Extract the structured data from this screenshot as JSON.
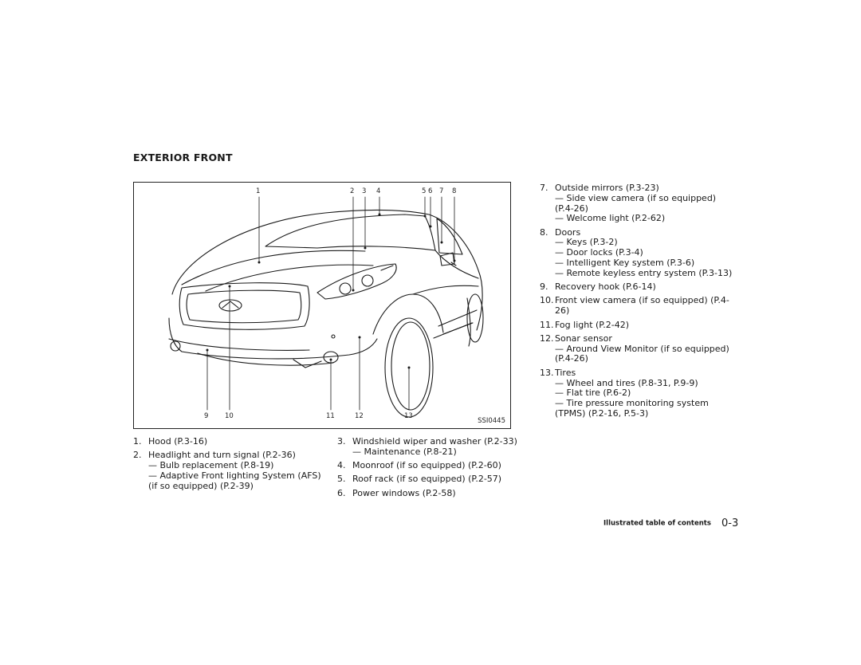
{
  "section_title": "EXTERIOR FRONT",
  "figure": {
    "code": "SSI0445",
    "top_numbers": [
      "1",
      "2",
      "3",
      "4",
      "5",
      "6",
      "7",
      "8"
    ],
    "bottom_numbers": [
      "9",
      "10",
      "11",
      "12",
      "13"
    ]
  },
  "left_items": [
    {
      "num": "1.",
      "lines": [
        "Hood (P.3-16)"
      ]
    },
    {
      "num": "2.",
      "lines": [
        "Headlight and turn signal (P.2-36)",
        "— Bulb replacement (P.8-19)",
        "— Adaptive Front lighting System (AFS)",
        "(if so equipped) (P.2-39)"
      ]
    }
  ],
  "middle_items": [
    {
      "num": "3.",
      "lines": [
        "Windshield wiper and washer (P.2-33)",
        "— Maintenance (P.8-21)"
      ]
    },
    {
      "num": "4.",
      "lines": [
        "Moonroof (if so equipped) (P.2-60)"
      ]
    },
    {
      "num": "5.",
      "lines": [
        "Roof rack (if so equipped) (P.2-57)"
      ]
    },
    {
      "num": "6.",
      "lines": [
        "Power windows (P.2-58)"
      ]
    }
  ],
  "right_items": [
    {
      "num": "7.",
      "lines": [
        "Outside mirrors (P.3-23)",
        "— Side view camera (if so equipped)",
        "(P.4-26)",
        "— Welcome light (P.2-62)"
      ]
    },
    {
      "num": "8.",
      "lines": [
        "Doors",
        "— Keys (P.3-2)",
        "— Door locks (P.3-4)",
        "— Intelligent Key system (P.3-6)",
        "— Remote keyless entry system (P.3-13)"
      ]
    },
    {
      "num": "9.",
      "lines": [
        "Recovery hook (P.6-14)"
      ]
    },
    {
      "num": "10.",
      "lines": [
        "Front view camera (if so equipped) (P.4-",
        "26)"
      ]
    },
    {
      "num": "11.",
      "lines": [
        "Fog light (P.2-42)"
      ]
    },
    {
      "num": "12.",
      "lines": [
        "Sonar sensor",
        "— Around View Monitor (if so equipped)",
        "(P.4-26)"
      ]
    },
    {
      "num": "13.",
      "lines": [
        "Tires",
        "— Wheel and tires (P.8-31, P.9-9)",
        "— Flat tire (P.6-2)",
        "— Tire pressure monitoring system",
        "(TPMS) (P.2-16, P.5-3)"
      ]
    }
  ],
  "footer": {
    "label": "Illustrated table of contents",
    "page": "0-3"
  }
}
